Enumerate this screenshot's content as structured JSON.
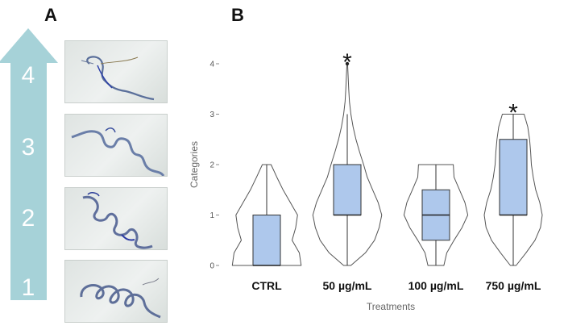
{
  "panel_a": {
    "letter": "A",
    "arrow_labels": [
      "4",
      "3",
      "2",
      "1"
    ],
    "arrow_color": "#a6d2d8"
  },
  "panel_b": {
    "letter": "B"
  },
  "chart_data": {
    "type": "violin-box",
    "xlabel": "Treatments",
    "ylabel": "Categories",
    "categories": [
      "CTRL",
      "50 µg/mL",
      "100 µg/mL",
      "750 µg/mL"
    ],
    "yticks": [
      0,
      1,
      2,
      3,
      4
    ],
    "ylim": [
      0,
      4
    ],
    "box_color": "#aec8ec",
    "violin_outline_color": "#555555",
    "significance_marker": "*",
    "significant": [
      false,
      true,
      false,
      true
    ],
    "boxes": [
      {
        "min": 0,
        "q1": 0,
        "median": 0,
        "q3": 1,
        "max": 2,
        "outliers": []
      },
      {
        "min": 0,
        "q1": 1,
        "median": 1,
        "q3": 2,
        "max": 3,
        "outliers": [
          4
        ]
      },
      {
        "min": 0,
        "q1": 0.5,
        "median": 1,
        "q3": 1.5,
        "max": 2,
        "outliers": []
      },
      {
        "min": 0,
        "q1": 1,
        "median": 1,
        "q3": 2.5,
        "max": 3,
        "outliers": []
      }
    ],
    "violins": [
      {
        "y": [
          0,
          0.25,
          0.5,
          0.75,
          1,
          1.25,
          1.5,
          1.75,
          2
        ],
        "density": [
          0.95,
          0.9,
          0.7,
          0.8,
          0.85,
          0.65,
          0.45,
          0.28,
          0.12
        ]
      },
      {
        "y": [
          0,
          0.25,
          0.5,
          0.75,
          1,
          1.25,
          1.5,
          1.75,
          2,
          2.25,
          2.5,
          2.75,
          3,
          3.25,
          3.5,
          3.75,
          4
        ],
        "density": [
          0.1,
          0.5,
          0.75,
          0.88,
          0.95,
          0.85,
          0.7,
          0.55,
          0.45,
          0.34,
          0.24,
          0.16,
          0.1,
          0.06,
          0.04,
          0.025,
          0.01
        ]
      },
      {
        "y": [
          0,
          0.25,
          0.5,
          0.75,
          1,
          1.25,
          1.5,
          1.75,
          2
        ],
        "density": [
          0.22,
          0.3,
          0.5,
          0.72,
          0.88,
          0.8,
          0.65,
          0.5,
          0.48
        ]
      },
      {
        "y": [
          0,
          0.25,
          0.5,
          0.75,
          1,
          1.25,
          1.5,
          1.75,
          2,
          2.25,
          2.5,
          2.75,
          3
        ],
        "density": [
          0.08,
          0.35,
          0.6,
          0.75,
          0.8,
          0.73,
          0.62,
          0.55,
          0.5,
          0.48,
          0.45,
          0.4,
          0.3
        ]
      }
    ]
  }
}
